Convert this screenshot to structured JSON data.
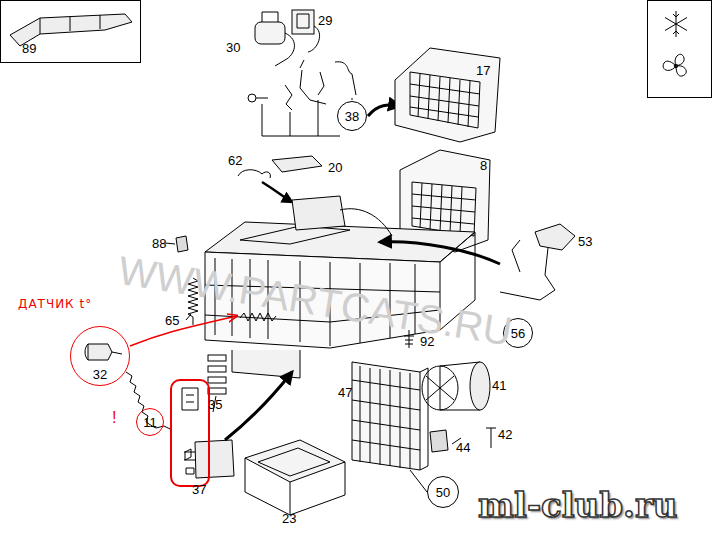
{
  "diagram": {
    "nodes": [
      {
        "text": [
          "38"
        ]
      },
      {
        "text": [
          "56"
        ]
      },
      {
        "text": [
          "32"
        ]
      },
      {
        "text": [
          "11"
        ]
      },
      {
        "text": [
          "50"
        ]
      }
    ],
    "labels": [
      "89",
      "29",
      "30",
      "17",
      "20",
      "62",
      "8",
      "88",
      "53",
      "WWW.PARTCATS.RU",
      "ДАТЧИК t°",
      "65",
      "92",
      "35",
      "47",
      "41",
      "!",
      "44",
      "42",
      "37",
      "23",
      "ml-club.ru"
    ]
  }
}
